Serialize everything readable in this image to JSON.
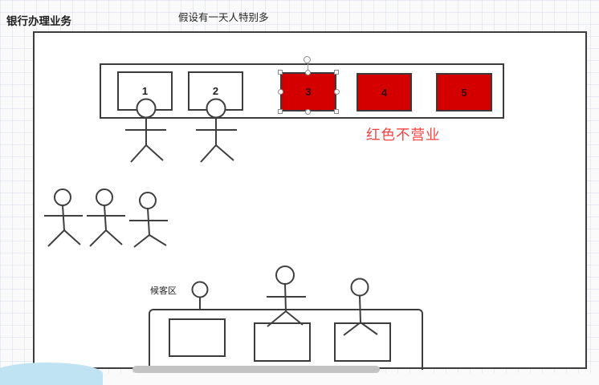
{
  "page": {
    "title": "银行办理业务",
    "top_note": "假设有一天人特别多"
  },
  "counter": {
    "windows": [
      {
        "number": "1",
        "status": "open"
      },
      {
        "number": "2",
        "status": "open"
      },
      {
        "number": "3",
        "status": "closed",
        "selected": true
      },
      {
        "number": "4",
        "status": "closed"
      },
      {
        "number": "5",
        "status": "closed"
      }
    ],
    "closed_note": "红色不营业"
  },
  "waiting_area": {
    "label": "候客区",
    "seat_count": 3
  },
  "people": {
    "tellers_at_windows": 2,
    "queue_middle": 3,
    "waiting_area_bottom": 3
  },
  "colors": {
    "closed_window_fill": "#d40000",
    "closed_note_red": "#f94040",
    "shape_stroke": "#3c3c3c",
    "scrollbar_thumb": "#c3c3c3",
    "corner_blob_blue": "#bfe3f3"
  }
}
